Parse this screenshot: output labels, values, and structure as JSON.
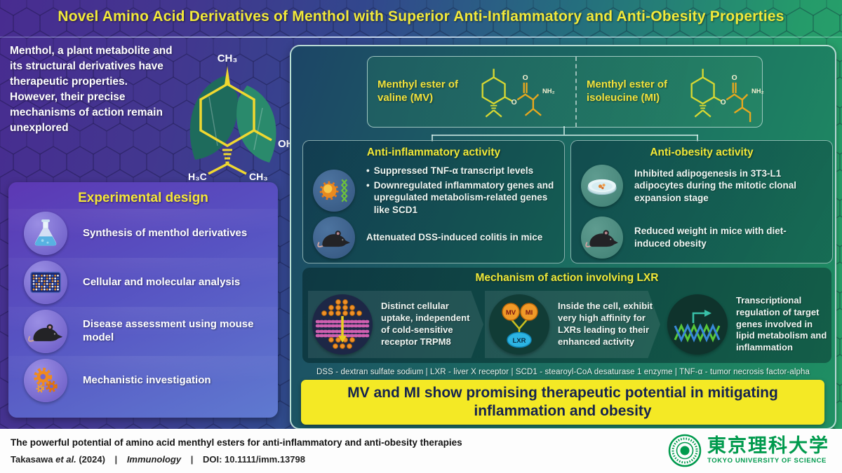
{
  "title": "Novel Amino Acid Derivatives of Menthol with Superior Anti-Inflammatory and Anti-Obesity Properties",
  "intro": "Menthol, a plant metabolite and its structural derivatives have therapeutic properties.\nHowever, their precise mechanisms of action remain unexplored",
  "menthol": {
    "top": "CH₃",
    "right": "OH",
    "bottom_left": "H₃C",
    "bottom_right": "CH₃"
  },
  "experimental_design": {
    "heading": "Experimental design",
    "items": [
      {
        "icon": "flask-icon",
        "label": "Synthesis of menthol derivatives"
      },
      {
        "icon": "microplate-icon",
        "label": "Cellular and molecular analysis"
      },
      {
        "icon": "mouse-icon",
        "label": "Disease assessment using mouse model"
      },
      {
        "icon": "gears-icon",
        "label": "Mechanistic investigation"
      }
    ]
  },
  "compounds": {
    "mv": {
      "label": "Menthyl ester of valine (MV)",
      "o_ester": "O",
      "o_carbonyl": "O",
      "amine": "NH₂"
    },
    "mi": {
      "label": "Menthyl ester of isoleucine (MI)",
      "o_ester": "O",
      "o_carbonyl": "O",
      "amine": "NH₂"
    }
  },
  "anti_inflammatory": {
    "heading": "Anti-inflammatory activity",
    "bullets": [
      "Suppressed TNF-α transcript levels",
      "Downregulated inflammatory genes and upregulated metabolism-related genes like SCD1"
    ],
    "finding": "Attenuated DSS-induced colitis in mice"
  },
  "anti_obesity": {
    "heading": "Anti-obesity activity",
    "findings": [
      "Inhibited adipogenesis in 3T3-L1 adipocytes during the mitotic clonal expansion stage",
      "Reduced weight in mice with diet-induced obesity"
    ]
  },
  "mechanism": {
    "heading": "Mechanism of action involving LXR",
    "steps": [
      {
        "icon": "membrane-uptake-icon",
        "text": "Distinct cellular uptake, independent of cold-sensitive receptor TRPM8"
      },
      {
        "icon": "mv-mi-lxr-binding-icon",
        "text": "Inside the cell, exhibit very high affinity for LXRs leading to their enhanced activity",
        "labels": {
          "mv": "MV",
          "mi": "MI",
          "lxr": "LXR"
        }
      },
      {
        "icon": "dna-transcription-icon",
        "text": "Transcriptional regulation of target genes involved in lipid metabolism and inflammation"
      }
    ]
  },
  "abbreviations": "DSS - dextran sulfate sodium | LXR - liver X receptor | SCD1 - stearoyl-CoA desaturase 1 enzyme | TNF-α - tumor necrosis factor-alpha",
  "conclusion": "MV and MI show promising therapeutic potential in mitigating inflammation and obesity",
  "footer": {
    "headline": "The powerful potential of amino acid menthyl esters for anti-inflammatory and anti-obesity therapies",
    "citation": {
      "authors": "Takasawa",
      "etal": "et al.",
      "year": "(2024)",
      "sep": "|",
      "journal": "Immunology",
      "doi": "DOI: 10.1111/imm.13798"
    },
    "logo": {
      "name_jp": "東京理科大学",
      "name_en": "TOKYO UNIVERSITY OF SCIENCE"
    }
  },
  "colors": {
    "title_yellow": "#f2e93a",
    "banner_yellow": "#f4e925",
    "logo_green": "#009a4d"
  }
}
